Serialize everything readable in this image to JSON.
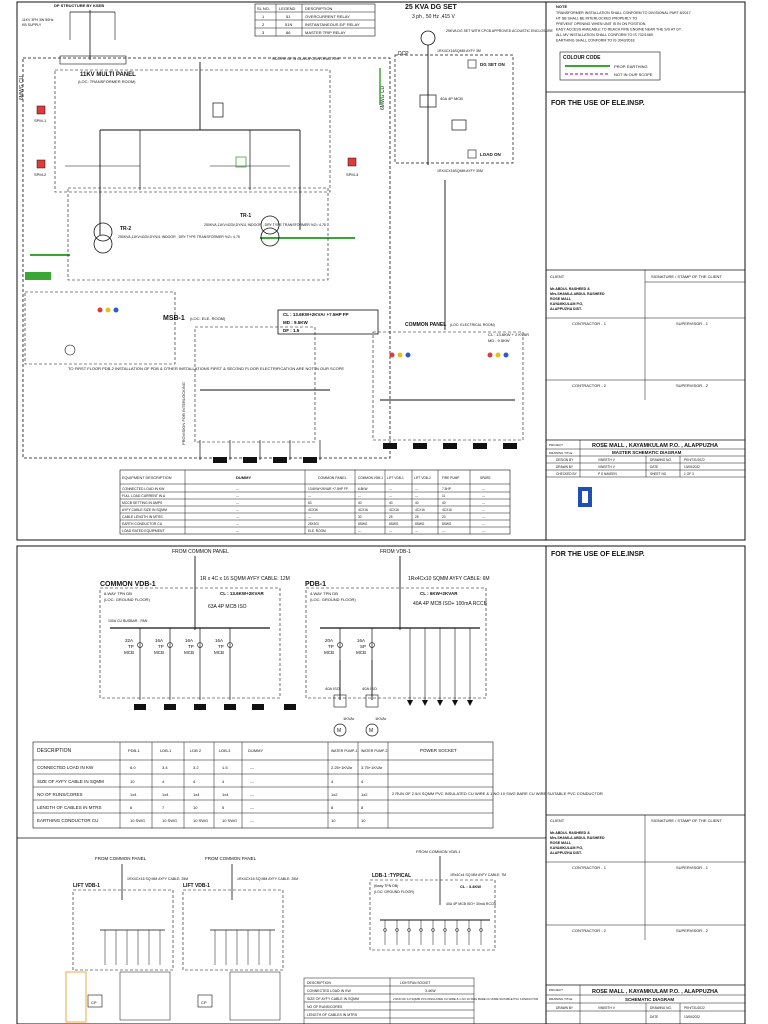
{
  "sheet1": {
    "top_left_note_1": "DP STRUCTURE BY KSEB",
    "top_left_note_2": "11KV 3PH 3W 50Hz",
    "top_left_note_3": "KB SUPPLY",
    "protection_table": {
      "headers": [
        "SL NO.",
        "LEGEND",
        "DESCRIPTION"
      ],
      "rows": [
        [
          "1",
          "51",
          "OVERCURRENT RELAY"
        ],
        [
          "2",
          "51N",
          "INSTANTANEOUS E/F RELAY"
        ],
        [
          "3",
          "86",
          "MASTER TRIP RELAY"
        ]
      ]
    },
    "dg_title": "25 KVA DG SET",
    "dg_sub": "3 ph , 50 Hz ,415 V",
    "dg_note": "25KVA DG SET WITH CPCB APPROVED ACOUSTIC ENCLOSURE",
    "cable_top": "1RX4CX16SQMM AYFY 3M",
    "dcp_label": "DCP",
    "dg_set_on": "DG SET ON",
    "mcb_40a": "40A 4P MCB",
    "load_on": "LOAD ON",
    "cable_common": "1RX4CX16SQMM AYFY 30M",
    "multi_panel_title": "11KV MULTI PANEL",
    "multi_panel_sub": "(LOC: TRANSFORMER ROOM)",
    "scope_note": "SCOPE OF  A  CLASS CONTRACTOR",
    "spm_1": "SPM-1",
    "spm_2": "SPM-2",
    "spm_3": "SPM-3",
    "earth_1": "6MWG CU",
    "earth_2": "6MWG CU",
    "tr1_label": "TR-1",
    "tr1_desc": "250KVA,11KV/433V,DYN11 INDOOR , DRY TYPE TRANSFORMER %Z= 4.75",
    "tr2_label": "TR-2",
    "tr2_desc": "250KVA,11KV/433V,DYN11 INDOOR , DRY TYPE TRANSFORMER %Z= 4.75",
    "msb_label": "MSB-1",
    "msb_loc": "(LOC: ELE. ROOM)",
    "load_box": [
      "CL : 13.6KW+2KVAr +7.5HP FP",
      "MD : 9.5KW",
      "DF : 1.5"
    ],
    "common_panel": "COMMON PANEL",
    "common_panel_loc": "(LOC: ELECTRICAL ROOM)",
    "common_cl": "CL : 13.6KW + 2 KVAR",
    "common_md": "MD : 9.5KW",
    "feeder_note": "TO FIRST FLOOR PDB-2 INSTALLATION OF PDB & OTHER INSTALLATIONS FIRST & SECOND FLOOR ELECTRIFICATION ARE NOT IN OUR SCOPE",
    "pr_label": "PROVISION FOR INTERLOCKING",
    "table": {
      "headers": [
        "EQUIPMENT DESCRIPTION",
        "DUMMY",
        "COMMON PANEL",
        "COMMON VDB-1",
        "LIFT VDB-1",
        "LIFT VDB-2",
        "FIRE PUMP",
        "SPARE"
      ],
      "rows": [
        [
          "CONNECTED LOAD IN KW",
          "---",
          "13.6KW+2KVAR +7.5HP FP",
          "6.8KW",
          "---",
          "---",
          "7.5HP",
          "---"
        ],
        [
          "FULL LOAD CURRENT IN A",
          "---",
          "---",
          "---",
          "---",
          "---",
          "11",
          "---"
        ],
        [
          "MCCB SETTING IN AMPS",
          "---",
          "63",
          "40",
          "40",
          "40",
          "40",
          "---"
        ],
        [
          "AYFY CABLE SIZE IN SQMM",
          "---",
          "4CX16",
          "4CX16",
          "4CX16",
          "4CX16",
          "4CX16",
          "---"
        ],
        [
          "CABLE LENGTH IN MTRS",
          "---",
          "---",
          "30",
          "25",
          "25",
          "20",
          "---"
        ],
        [
          "EARTH CONDUCTOR CU",
          "---",
          "25X3GI",
          "8SWG",
          "8SWG",
          "8SWG",
          "8SWG",
          "---"
        ],
        [
          "LOAD RATED EQUIPMENT",
          "---",
          "ELE. ROOM",
          "---",
          "---",
          "---",
          "---",
          "---"
        ]
      ]
    },
    "notes_title": "NOTE",
    "notes": [
      "TRANSFORMER INSTALLATION SHALL CONFORM TO DIVISIONAL PART 8/2017",
      "HT SB SHALL BE INTERLOCKED PROPERLY TO",
      "PREVENT OPENING WHEN UNIT IS IN ON POSITION.",
      "EASY ACCESS AVAILABLE TO REACH FIRE ENGINE NEAR THE S/S AT GT.",
      "ALL MV INSTALLATION SHALL CONFORM TO IS 732/1989.",
      "EARTHING SHALL CONFORM TO IS 3043/2018"
    ],
    "colour_code_title": "COLOUR CODE",
    "colour_code": [
      {
        "label": "PROP. EARTHING",
        "color": "#3aa636"
      },
      {
        "label": "NOT IN OUR SCOPE",
        "color": "#d07ad6"
      }
    ],
    "ele_insp": "FOR THE USE OF ELE.INSP.",
    "client_label": "CLIENT",
    "client_lines": [
      "Mr.ABDUL RASHEED &",
      "Mrs.SHAMLA ABDUL RASHEED",
      "ROSE MALL",
      "KAYAMKULAM P.O,",
      "ALAPPUZHA DIST."
    ],
    "signature_label": "SIGNATURE / STAMP OF THE CLIENT",
    "contractor_1": "CONTRACTOR - 1",
    "supervisor_1": "SUPERVISOR - 1",
    "contractor_2": "CONTRACTOR - 2",
    "supervisor_2": "SUPERVISOR - 2",
    "project_label": "PROJECT",
    "project": "ROSE MALL , KAYAMKULAM P.O. , ALAPPUZHA",
    "drawing_label": "DRAWING TITLE",
    "drawing_title": "MASTER SCHEMATIC DIAGRAM",
    "designed_by": "DESIGN BY",
    "designer": "VINEETH V",
    "drawing_no_label": "DRAWING NO.",
    "drawing_no": "PKH/731/2022",
    "drawn_by": "DRAWN BY",
    "drawer": "VINEETH V",
    "date_label": "DATE",
    "date": "13/06/2022",
    "checked_by": "CHECKED BY",
    "checker": "P S NAVEEN",
    "sheet_label": "SHEET NO",
    "sheet": "1 OF 3"
  },
  "sheet2": {
    "from_common": "FROM COMMON PANEL",
    "from_vdb": "FROM VDB-1",
    "cable_a": "1R x 4C x 16 SQMM AYFY CABLE: 12M",
    "cable_b": "1Rx4Cx10 SQMM AYFY CABLE: 6M",
    "vdb_title": "COMMON VDB-1",
    "vdb_sub": "6-WAY TPN DB",
    "vdb_loc": "(LOC: GROUND FLOOR)",
    "vdb_cl": "CL : 13.6KW+2KVAR",
    "vdb_mcb": "63A 4P MCB ISO",
    "busbar": "100A CU BUSBAR - PAN",
    "pdb_title": "PDB-1",
    "pdb_sub": "4-WAY TPN DB",
    "pdb_loc": "(LOC: GROUND FLOOR)",
    "pdb_cl": "CL : 6KW+2KVAR",
    "pdb_mcb": "40A 4P MCB ISO+ 100mA RCCB",
    "vdb_outs": [
      {
        "rating": "32A",
        "type": "TP",
        "dev": "MCB"
      },
      {
        "rating": "16A",
        "type": "TP",
        "dev": "MCB"
      },
      {
        "rating": "16A",
        "type": "TP",
        "dev": "MCB"
      },
      {
        "rating": "16A",
        "type": "TP",
        "dev": "MCB"
      }
    ],
    "pdb_outs": [
      {
        "rating": "20A",
        "type": "TP",
        "dev": "MCB"
      },
      {
        "rating": "16A",
        "type": "SP",
        "dev": "MCB"
      }
    ],
    "pump_1": "40A ISO",
    "pump_2": "40A ISO",
    "pump_1_kw": "1KVAr",
    "pump_2_kw": "1KVAr",
    "motor": "M",
    "table": {
      "headers": [
        "DESCRIPTION",
        "PDB-1",
        "LDB-1",
        "LDB 2",
        "LDB-3",
        "DUMMY",
        "WATER PUMP-1",
        "WATER PUMP-2",
        "POWER SOCKET"
      ],
      "rows": [
        [
          "CONNECTED LOAD IN KW",
          "6.0",
          "3.4",
          "3.2",
          "1.5",
          "---",
          "2.25+1KVAr",
          "3.75+1KVAr",
          "3KW"
        ],
        [
          "SIZE OF AYFY CABLE IN SQMM",
          "10",
          "4",
          "4",
          "4",
          "---",
          "4",
          "4",
          ""
        ],
        [
          "NO OF RUNS/CORES",
          "1x4",
          "1x4",
          "1x4",
          "1x4",
          "---",
          "1x2",
          "1x2",
          ""
        ],
        [
          "LENGTH OF CABLES IN MTRS",
          "6",
          "7",
          "10",
          "5",
          "---",
          "8",
          "8",
          ""
        ],
        [
          "EARTHING CONDUCTOR CU",
          "10 SWG",
          "10 SWG",
          "10 SWG",
          "10 SWG",
          "---",
          "10",
          "10",
          ""
        ]
      ],
      "socket_note": "2 RUN OF 2.5/4 SQMM PVC INSULATED CU WIRE & 1 NO 10 SWG BARE CU WIRE SUITABLE PVC CONDUCTOR"
    },
    "ele_insp": "FOR THE USE OF ELE.INSP.",
    "client_label": "CLIENT",
    "client_lines": [
      "Mr.ABDUL RASHEED &",
      "Mrs.SHAMLA ABDUL RASHEED",
      "ROSE MALL",
      "KAYAMKULAM P.O,",
      "ALAPPUZHA DIST."
    ],
    "signature_label": "SIGNATURE / STAMP OF THE CLIENT",
    "contractor_1": "CONTRACTOR - 1",
    "supervisor_1": "SUPERVISOR - 1",
    "contractor_2": "CONTRACTOR - 2",
    "supervisor_2": "SUPERVISOR - 2",
    "lift_from_1": "FROM COMMON PANEL",
    "lift_from_2": "FROM COMMON PANEL",
    "lift_1": "LIFT VDB-1",
    "lift_2": "LIFT VDB-1",
    "lift_cable_1": "1RX4CX16 SQ MM AYFY CABLE: 25M",
    "lift_cable_2": "1RX4CX16 SQ MM AYFY CABLE: 25M",
    "ldb_from": "FROM COMMON VDB-1",
    "ldb_title": "LDB-1 :TYPICAL",
    "ldb_sub": "(6way TPN DB)",
    "ldb_loc": "(LOC: GROUND FLOOR)",
    "ldb_cl": "CL : 3.4KW",
    "ldb_cable": "1Rx4Cx4 SQ MM AYFY CABLE: 7M",
    "ldb_mcb": "40A 4P MCB ISO+ 30mA RCCB",
    "cp": "CP",
    "socket_desc": "DESCRIPTION",
    "socket_rows": [
      "CONNECTED LOAD IN KW",
      "SIZE OF AYFY CABLE IN SQMM",
      "NO OF RUNS/CORES",
      "LENGTH OF CABLES IN MTRS"
    ],
    "socket_head": "LIGHT/FAN SOCKET",
    "socket_val": "3.4KW",
    "socket_note": "2 RUN OF 4.0 SQMM PVC INSULATED CU WIRE & 1 NO 10 SWG BARE CU WIRE SUITABLE PVC CONDUCTOR",
    "project_label": "PROJECT",
    "project": "ROSE MALL , KAYAMKULAM P.O. , ALAPPUZHA",
    "drawing_label": "DRAWING TITLE",
    "drawing_title": "SCHEMATIC DIAGRAM",
    "drawn_by": "DRAWN BY",
    "drawer": "VINEETH V",
    "drawing_no_label": "DRAWING NO.",
    "drawing_no": "PKH/731/2022",
    "date_label": "DATE",
    "date": "13/06/2022"
  }
}
